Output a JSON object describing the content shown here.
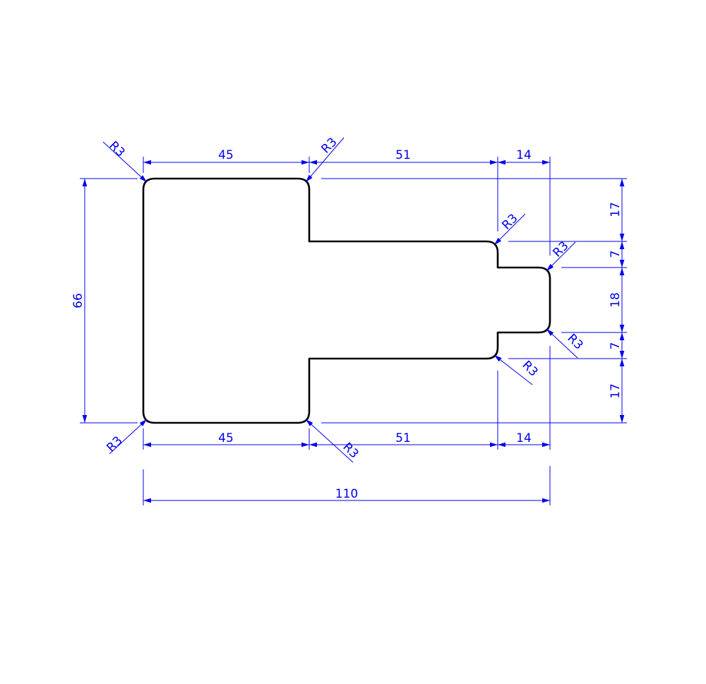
{
  "drawing": {
    "colors": {
      "outline": "#000000",
      "dimension": "#0000ee"
    },
    "top_dims": [
      "45",
      "51",
      "14"
    ],
    "bottom_dims": [
      "45",
      "51",
      "14"
    ],
    "overall_width": "110",
    "overall_height": "66",
    "right_dims": [
      "17",
      "7",
      "18",
      "7",
      "17"
    ],
    "radius_label": "R3"
  }
}
